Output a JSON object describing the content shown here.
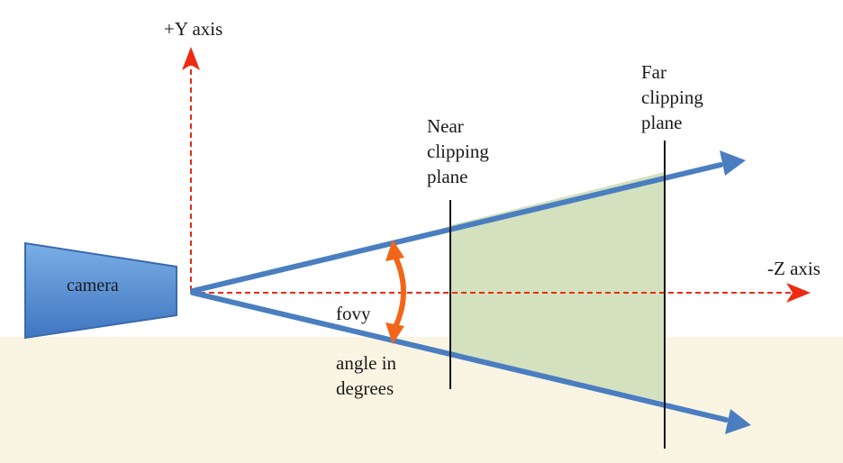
{
  "labels": {
    "y_axis": "+Y axis",
    "z_axis": "-Z axis",
    "camera": "camera",
    "near_plane": [
      "Near",
      "clipping",
      "plane"
    ],
    "far_plane": [
      "Far",
      "clipping",
      "plane"
    ],
    "fovy": "fovy",
    "angle": [
      "angle in",
      "degrees"
    ]
  },
  "colors": {
    "axis": "#ee2a12",
    "frustum_edge": "#4a7ec0",
    "camera_fill": "#5b93d6",
    "frustum_fill": "#d3e1bf",
    "ground": "#faf4e2",
    "angle_arrow": "#f2661a",
    "plane_line": "#111111"
  }
}
